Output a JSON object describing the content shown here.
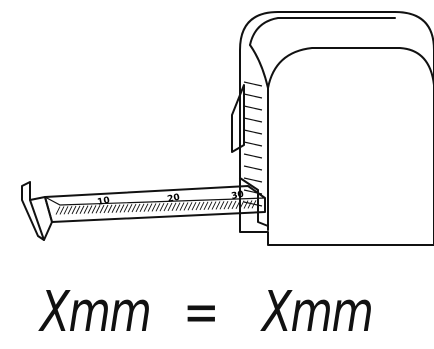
{
  "caption": {
    "left": "Xmm",
    "operator": "=",
    "right": "Xmm"
  },
  "tape": {
    "tick_labels": [
      "10",
      "20",
      "30"
    ]
  },
  "icons": {
    "case": "tape-measure-case-icon",
    "blade": "tape-blade-icon",
    "hook": "end-hook-icon"
  }
}
